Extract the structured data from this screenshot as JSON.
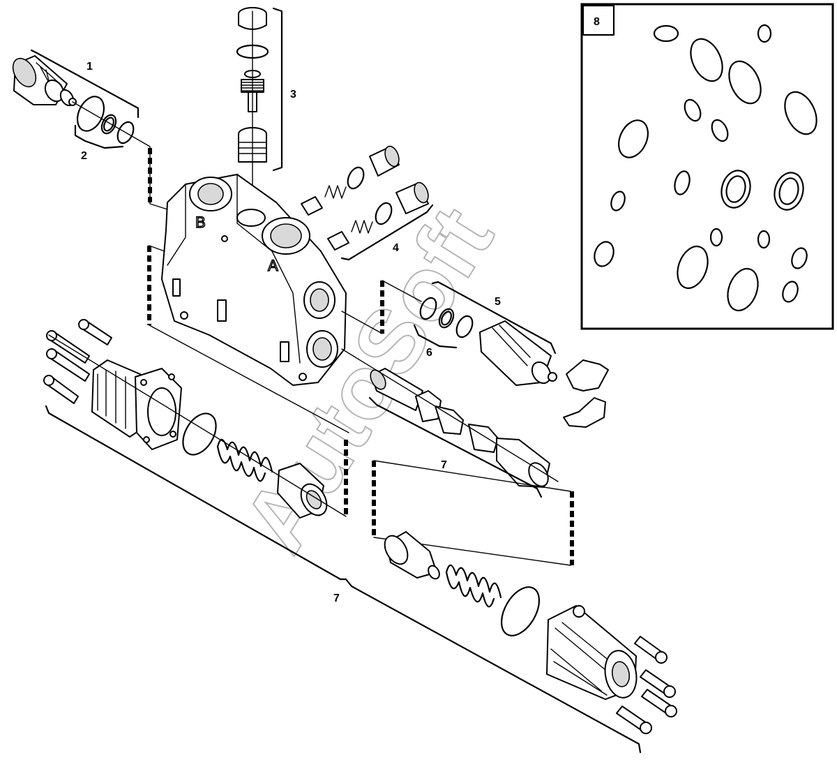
{
  "callouts": {
    "c1": "1",
    "c2": "2",
    "c3": "3",
    "c4": "4",
    "c5": "5",
    "c6": "6",
    "c7_spool": "7",
    "c7_bottom": "7",
    "c8": "8"
  },
  "port_letters": {
    "port_a": "A",
    "port_b": "B"
  },
  "watermark": "AutoSoft"
}
